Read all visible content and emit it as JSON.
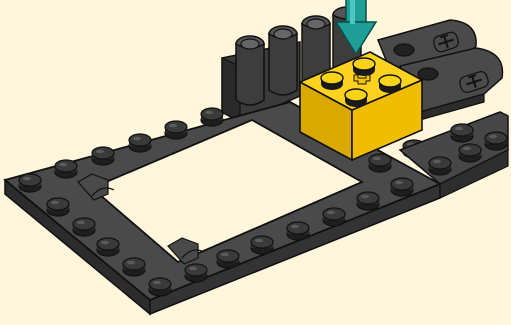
{
  "scene": {
    "background_color": "#fff6db",
    "part_colors": {
      "plate_gray": "#4a4a4a",
      "plate_side": "#2c2c2c",
      "brick_yellow": "#f4c300",
      "brick_yellow_shade": "#c89b00",
      "arrow_teal": "#1e9e97",
      "outline": "#111111"
    },
    "parts": [
      {
        "id": "frame-plate",
        "icon": "dark-gray-open-frame-plate"
      },
      {
        "id": "round-bricks",
        "icon": "dark-gray-1x4-round-brick"
      },
      {
        "id": "yellow-brick",
        "icon": "yellow-2x2-brick-with-cross-hole"
      },
      {
        "id": "connector-plates",
        "icon": "dark-gray-plate-with-axle-connector"
      }
    ],
    "step_arrow": {
      "icon": "down-arrow-icon",
      "direction": "down"
    }
  }
}
